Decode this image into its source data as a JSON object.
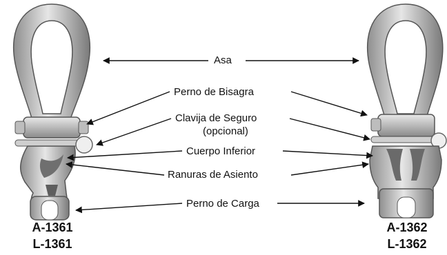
{
  "labels": {
    "asa": "Asa",
    "perno_bisagra": "Perno de Bisagra",
    "clavija_line1": "Clavija de Seguro",
    "clavija_line2": "(opcional)",
    "cuerpo_inferior": "Cuerpo Inferior",
    "ranuras": "Ranuras de Asiento",
    "perno_carga": "Perno de Carga"
  },
  "models": {
    "left": [
      "A-1361",
      "L-1361"
    ],
    "right": [
      "A-1362",
      "L-1362"
    ]
  },
  "colors": {
    "metal_light": "#d9d9d9",
    "metal_mid": "#a9a9a9",
    "metal_dark": "#5e5e5e",
    "line": "#111111"
  }
}
